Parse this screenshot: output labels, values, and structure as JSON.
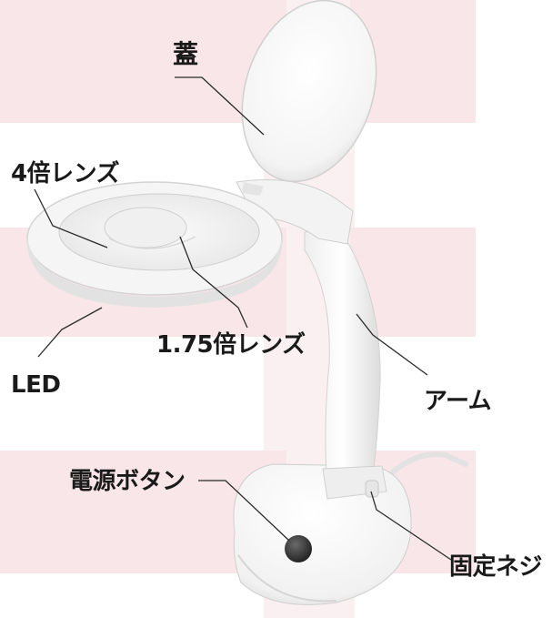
{
  "labels": {
    "lid": "蓋",
    "lens_4x": "4倍レンズ",
    "lens_175x": "1.75倍レンズ",
    "led": "LED",
    "arm": "アーム",
    "power_button": "電源ボタン",
    "fixing_screw": "固定ネジ"
  },
  "colors": {
    "background_pink": "#f8e6e8",
    "lamp_white": "#f7f7f7",
    "lamp_shadow": "#d9d9d9",
    "leader_line": "#2a2a2a",
    "button_dark": "#2b2b2b"
  }
}
